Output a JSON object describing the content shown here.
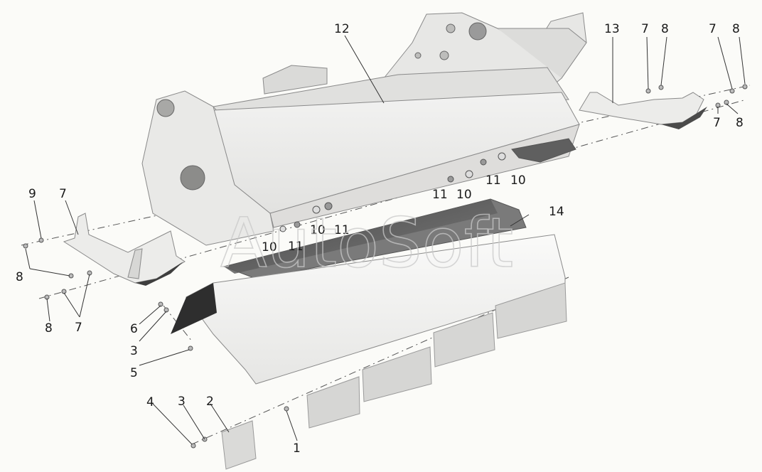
{
  "diagram": {
    "callouts": [
      "12",
      "13",
      "7",
      "8",
      "7",
      "8",
      "7",
      "8",
      "9",
      "7",
      "8",
      "8",
      "7",
      "10",
      "11",
      "10",
      "11",
      "11",
      "10",
      "11",
      "10",
      "14",
      "6",
      "3",
      "5",
      "4",
      "3",
      "2",
      "1"
    ],
    "watermark": "AutoSoft"
  },
  "colors": {
    "background": "#fbfbf8",
    "part_fill": "#ededec",
    "part_shade": "#d2d2d0",
    "part_dark": "#6e6e6e",
    "outline": "#8a8a8a"
  }
}
